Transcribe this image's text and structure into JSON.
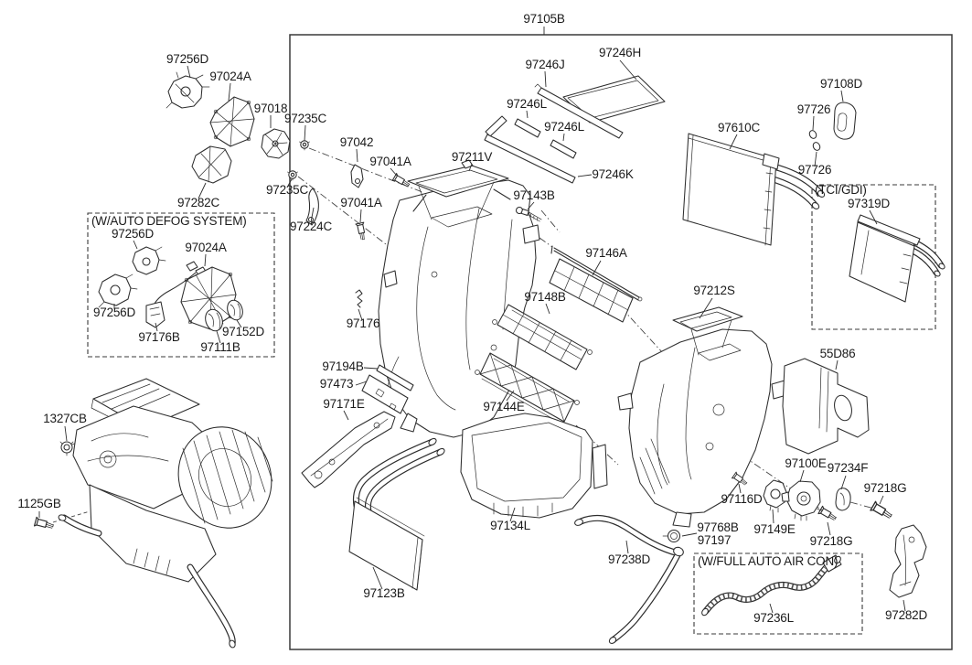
{
  "colors": {
    "line": "#2d2d2d",
    "label": "#1b1b1b",
    "background": "#ffffff"
  },
  "labels": [
    {
      "text": "97105B"
    },
    {
      "text": "97256D"
    },
    {
      "text": "97024A"
    },
    {
      "text": "97018"
    },
    {
      "text": "97235C"
    },
    {
      "text": "97042"
    },
    {
      "text": "97041A"
    },
    {
      "text": "97235C"
    },
    {
      "text": "97041A"
    },
    {
      "text": "97282C"
    },
    {
      "text": "97224C"
    },
    {
      "text": "(W/AUTO DEFOG SYSTEM)"
    },
    {
      "text": "97256D"
    },
    {
      "text": "97024A"
    },
    {
      "text": "97256D"
    },
    {
      "text": "97176B"
    },
    {
      "text": "97152D"
    },
    {
      "text": "97111B"
    },
    {
      "text": "97246J"
    },
    {
      "text": "97246H"
    },
    {
      "text": "97246L"
    },
    {
      "text": "97246L"
    },
    {
      "text": "97211V"
    },
    {
      "text": "97246K"
    },
    {
      "text": "97143B"
    },
    {
      "text": "97610C"
    },
    {
      "text": "97108D"
    },
    {
      "text": "97726"
    },
    {
      "text": "97726"
    },
    {
      "text": "(TCI/GDI)"
    },
    {
      "text": "97319D"
    },
    {
      "text": "97146A"
    },
    {
      "text": "97148B"
    },
    {
      "text": "97176"
    },
    {
      "text": "97194B"
    },
    {
      "text": "97473"
    },
    {
      "text": "97171E"
    },
    {
      "text": "97144E"
    },
    {
      "text": "97212S"
    },
    {
      "text": "55D86"
    },
    {
      "text": "1327CB"
    },
    {
      "text": "1125GB"
    },
    {
      "text": "97123B"
    },
    {
      "text": "97134L"
    },
    {
      "text": "97238D"
    },
    {
      "text": "97768B"
    },
    {
      "text": "97197"
    },
    {
      "text": "97100E"
    },
    {
      "text": "97234F"
    },
    {
      "text": "97218G"
    },
    {
      "text": "97116D"
    },
    {
      "text": "97149E"
    },
    {
      "text": "97218G"
    },
    {
      "text": "(W/FULL AUTO AIR CON)"
    },
    {
      "text": "97236L"
    },
    {
      "text": "97282D"
    }
  ]
}
